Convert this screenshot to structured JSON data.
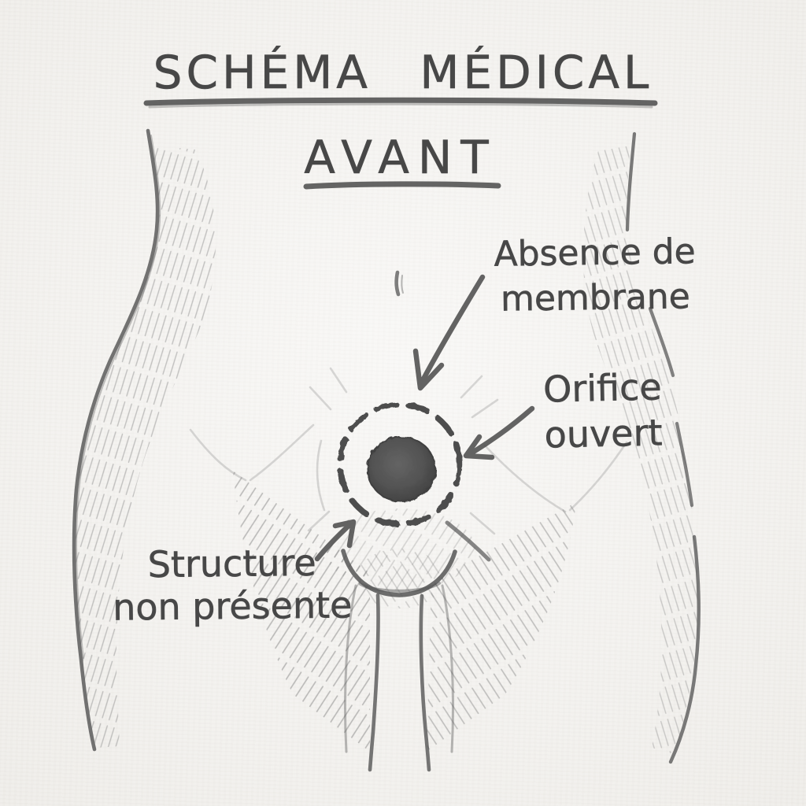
{
  "title": {
    "main": "SCHÉMA MÉDICAL",
    "view": "AVANT"
  },
  "labels": {
    "absence_de_membrane": {
      "line1": "Absence de",
      "line2": "membrane"
    },
    "orifice_ouvert": {
      "line1": "Orifice",
      "line2": "ouvert"
    },
    "structure_non_presente": {
      "line1": "Structure",
      "line2": "non présente"
    }
  },
  "figure": {
    "style": "pencil-sketch",
    "elements": [
      "torso-front-outline",
      "navel-mark",
      "dashed-circle-outline",
      "dark-orifice-circle",
      "annotation-arrow"
    ]
  },
  "colors": {
    "paper": "#f1efeb",
    "pencil_dark": "#4a4a4a",
    "pencil_light": "#8c8c8c",
    "orifice_fill": "#4f4f4f"
  }
}
